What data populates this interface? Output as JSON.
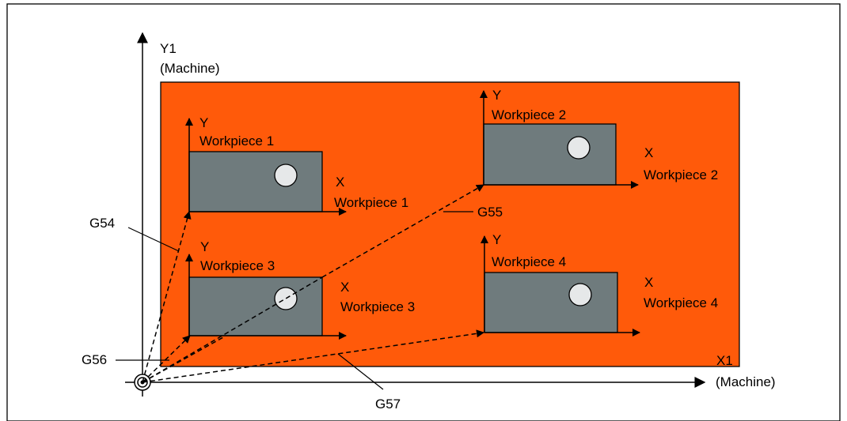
{
  "colors": {
    "table": "#ff5a0a",
    "workpiece": "#6f7b7d",
    "hole": "#e6e8e9",
    "line": "#000000",
    "background": "#ffffff"
  },
  "machine_axes": {
    "y_label": "Y1",
    "y_sublabel": "(Machine)",
    "x_label": "X1",
    "x_sublabel": "(Machine)"
  },
  "workpieces": [
    {
      "id": "1",
      "y_label": "Y",
      "y_sublabel": "Workpiece 1",
      "x_label": "X",
      "x_sublabel": "Workpiece 1"
    },
    {
      "id": "2",
      "y_label": "Y",
      "y_sublabel": "Workpiece 2",
      "x_label": "X",
      "x_sublabel": "Workpiece 2"
    },
    {
      "id": "3",
      "y_label": "Y",
      "y_sublabel": "Workpiece 3",
      "x_label": "X",
      "x_sublabel": "Workpiece 3"
    },
    {
      "id": "4",
      "y_label": "Y",
      "y_sublabel": "Workpiece 4",
      "x_label": "X",
      "x_sublabel": "Workpiece 4"
    }
  ],
  "offsets": {
    "g54": "G54",
    "g55": "G55",
    "g56": "G56",
    "g57": "G57"
  }
}
